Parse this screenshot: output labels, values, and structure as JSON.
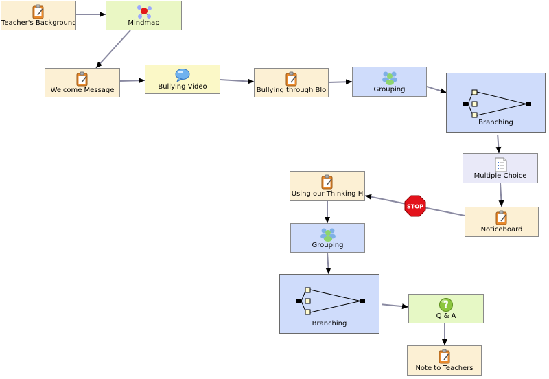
{
  "nodes": {
    "teachers_background": "Teacher's Background",
    "mindmap": "Mindmap",
    "welcome_message": "Welcome Message",
    "bullying_video": "Bullying Video",
    "bullying_through_blo": "Bullying through Blo",
    "grouping_1": "Grouping",
    "branching_1": "Branching",
    "multiple_choice": "Multiple Choice",
    "noticeboard": "Noticeboard",
    "using_our_thinking": "Using our Thinking H",
    "grouping_2": "Grouping",
    "branching_2": "Branching",
    "qa": "Q & A",
    "note_to_teachers": "Note to Teachers"
  },
  "stop_gate": {
    "label": "STOP",
    "color": "#e3121b"
  },
  "icons": {
    "notice": "notepad-pencil-icon",
    "mindmap": "molecule-icon",
    "chat": "speech-bubble-icon",
    "group": "people-group-icon",
    "mcq": "checklist-icon",
    "qa": "question-mark-icon",
    "branch": "branching-diagram-icon"
  }
}
